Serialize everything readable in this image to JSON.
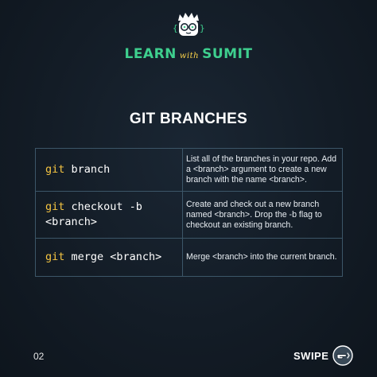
{
  "brand": {
    "learn": "LEARN",
    "with": "with",
    "sumit": "SUMIT"
  },
  "slide": {
    "title": "GIT BRANCHES",
    "rows": [
      {
        "keyword": "git",
        "command": " branch",
        "description": "List all of the branches in your repo. Add a <branch> argument to create a new branch with the name <branch>."
      },
      {
        "keyword": "git",
        "command": " checkout -b <branch>",
        "description": "Create and check out a new branch named <branch>. Drop the -b flag to checkout an existing branch."
      },
      {
        "keyword": "git",
        "command": " merge <branch>",
        "description": "Merge <branch> into the current branch."
      }
    ]
  },
  "footer": {
    "page_number": "02",
    "swipe_label": "SWIPE",
    "swipe_icon": "pointing-hand-icon"
  },
  "colors": {
    "background": "#131c26",
    "accent_green": "#3ecf8e",
    "accent_yellow": "#f5c542",
    "table_border": "#3c5668"
  }
}
